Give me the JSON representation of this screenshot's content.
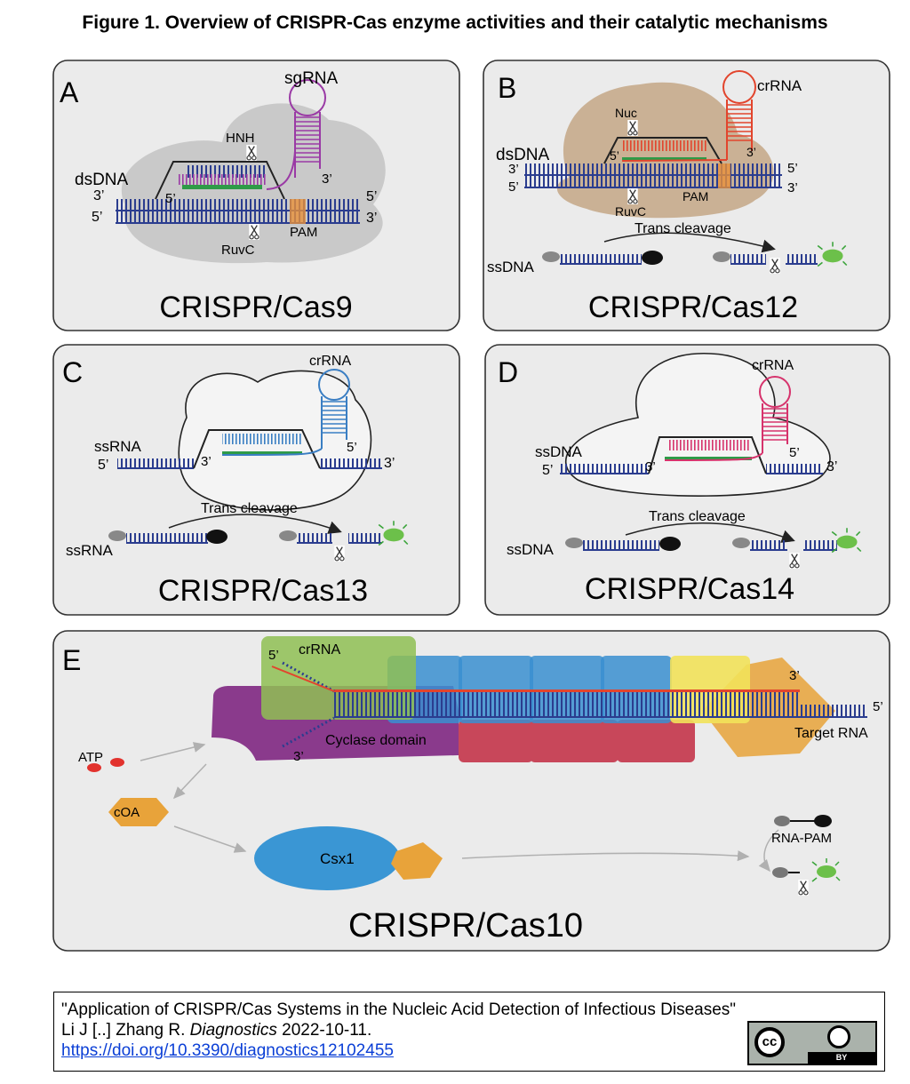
{
  "figure_title": "Figure 1. Overview of CRISPR-Cas enzyme activities and their catalytic mechanisms",
  "panels": {
    "a": {
      "letter": "A",
      "name": "CRISPR/Cas9",
      "guide": "sgRNA",
      "target": "dsDNA",
      "domain_top": "HNH",
      "domain_bottom": "RuvC",
      "pam": "PAM",
      "end_3": "3’",
      "end_5": "5’"
    },
    "b": {
      "letter": "B",
      "name": "CRISPR/Cas12",
      "guide": "crRNA",
      "target": "dsDNA",
      "domain_top": "Nuc",
      "domain_bottom": "RuvC",
      "pam": "PAM",
      "trans": "Trans cleavage",
      "reporter": "ssDNA",
      "end_3": "3’",
      "end_5": "5’"
    },
    "c": {
      "letter": "C",
      "name": "CRISPR/Cas13",
      "guide": "crRNA",
      "target": "ssRNA",
      "trans": "Trans cleavage",
      "reporter": "ssRNA",
      "end_3": "3’",
      "end_5": "5’"
    },
    "d": {
      "letter": "D",
      "name": "CRISPR/Cas14",
      "guide": "crRNA",
      "target": "ssDNA",
      "trans": "Trans cleavage",
      "reporter": "ssDNA",
      "end_3": "3’",
      "end_5": "5’"
    },
    "e": {
      "letter": "E",
      "name": "CRISPR/Cas10",
      "guide": "crRNA",
      "cyclase": "Cyclase domain",
      "target": "Target RNA",
      "atp": "ATP",
      "coa": "cOA",
      "csx1": "Csx1",
      "rna_pam": "RNA-PAM",
      "end_3": "3’",
      "end_5": "5’"
    }
  },
  "colors": {
    "panel_bg": "#ebebeb",
    "dna": "#2b3d8f",
    "green": "#2e9b48",
    "magenta": "#9a3aa5",
    "red": "#e2452d",
    "blue_rna": "#3a7ec3",
    "pink_rna": "#d6336c",
    "orange": "#e8a33a",
    "protein_grey": "#c9c9c9",
    "protein_tan": "#c6ab8c"
  },
  "citation": {
    "title": "\"Application of CRISPR/Cas Systems in the Nucleic Acid Detection of Infectious Diseases\"",
    "authors": "Li J [..] Zhang R. ",
    "journal": "Diagnostics",
    "date": " 2022-10-11.",
    "doi": "https://doi.org/10.3390/diagnostics12102455",
    "license_badge": "cc-by-icon",
    "license_text": "BY"
  }
}
